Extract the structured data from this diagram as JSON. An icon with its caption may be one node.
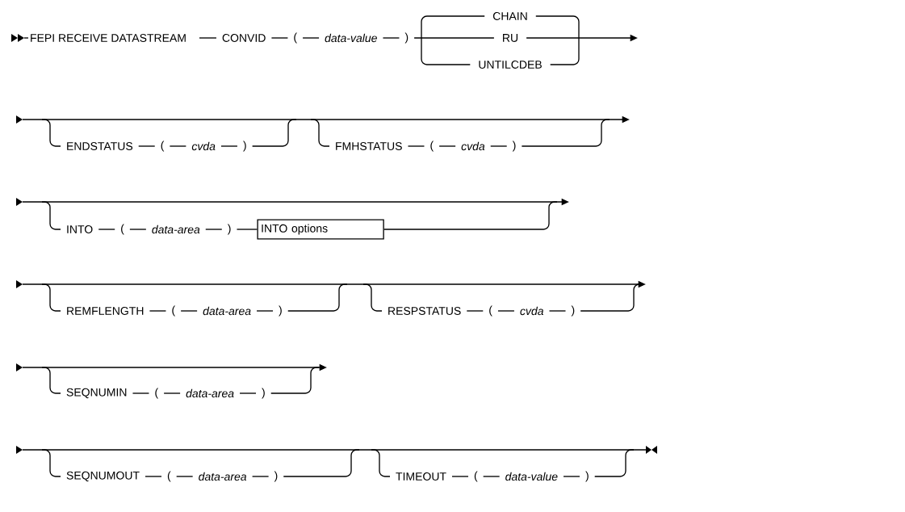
{
  "diagram": {
    "nodes": [
      {
        "text": [
          "INTO options"
        ]
      }
    ],
    "labels": [
      "FEPI RECEIVE DATASTREAM",
      "CONVID",
      "(",
      "data-value",
      ")",
      "CHAIN",
      "RU",
      "UNTILCDEB",
      "ENDSTATUS",
      "(",
      "cvda",
      ")",
      "FMHSTATUS",
      "(",
      "cvda",
      ")",
      "INTO",
      "(",
      "data-area",
      ")",
      "REMFLENGTH",
      "(",
      "data-area",
      ")",
      "RESPSTATUS",
      "(",
      "cvda",
      ")",
      "SEQNUMIN",
      "(",
      "data-area",
      ")",
      "SEQNUMOUT",
      "(",
      "data-area",
      ")",
      "TIMEOUT",
      "(",
      "data-value",
      ")"
    ]
  }
}
